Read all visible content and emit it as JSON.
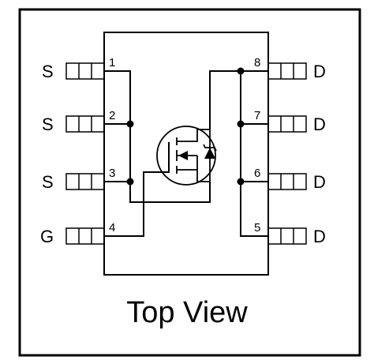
{
  "package": {
    "view_label": "Top View",
    "pins": [
      {
        "number": "1",
        "name": "S"
      },
      {
        "number": "2",
        "name": "S"
      },
      {
        "number": "3",
        "name": "S"
      },
      {
        "number": "4",
        "name": "G"
      },
      {
        "number": "5",
        "name": "D"
      },
      {
        "number": "6",
        "name": "D"
      },
      {
        "number": "7",
        "name": "D"
      },
      {
        "number": "8",
        "name": "D"
      }
    ]
  },
  "icons": {
    "transistor": "mosfet-symbol-icon",
    "diode": "zener-diode-icon"
  },
  "colors": {
    "line": "#000000",
    "background": "#ffffff"
  }
}
